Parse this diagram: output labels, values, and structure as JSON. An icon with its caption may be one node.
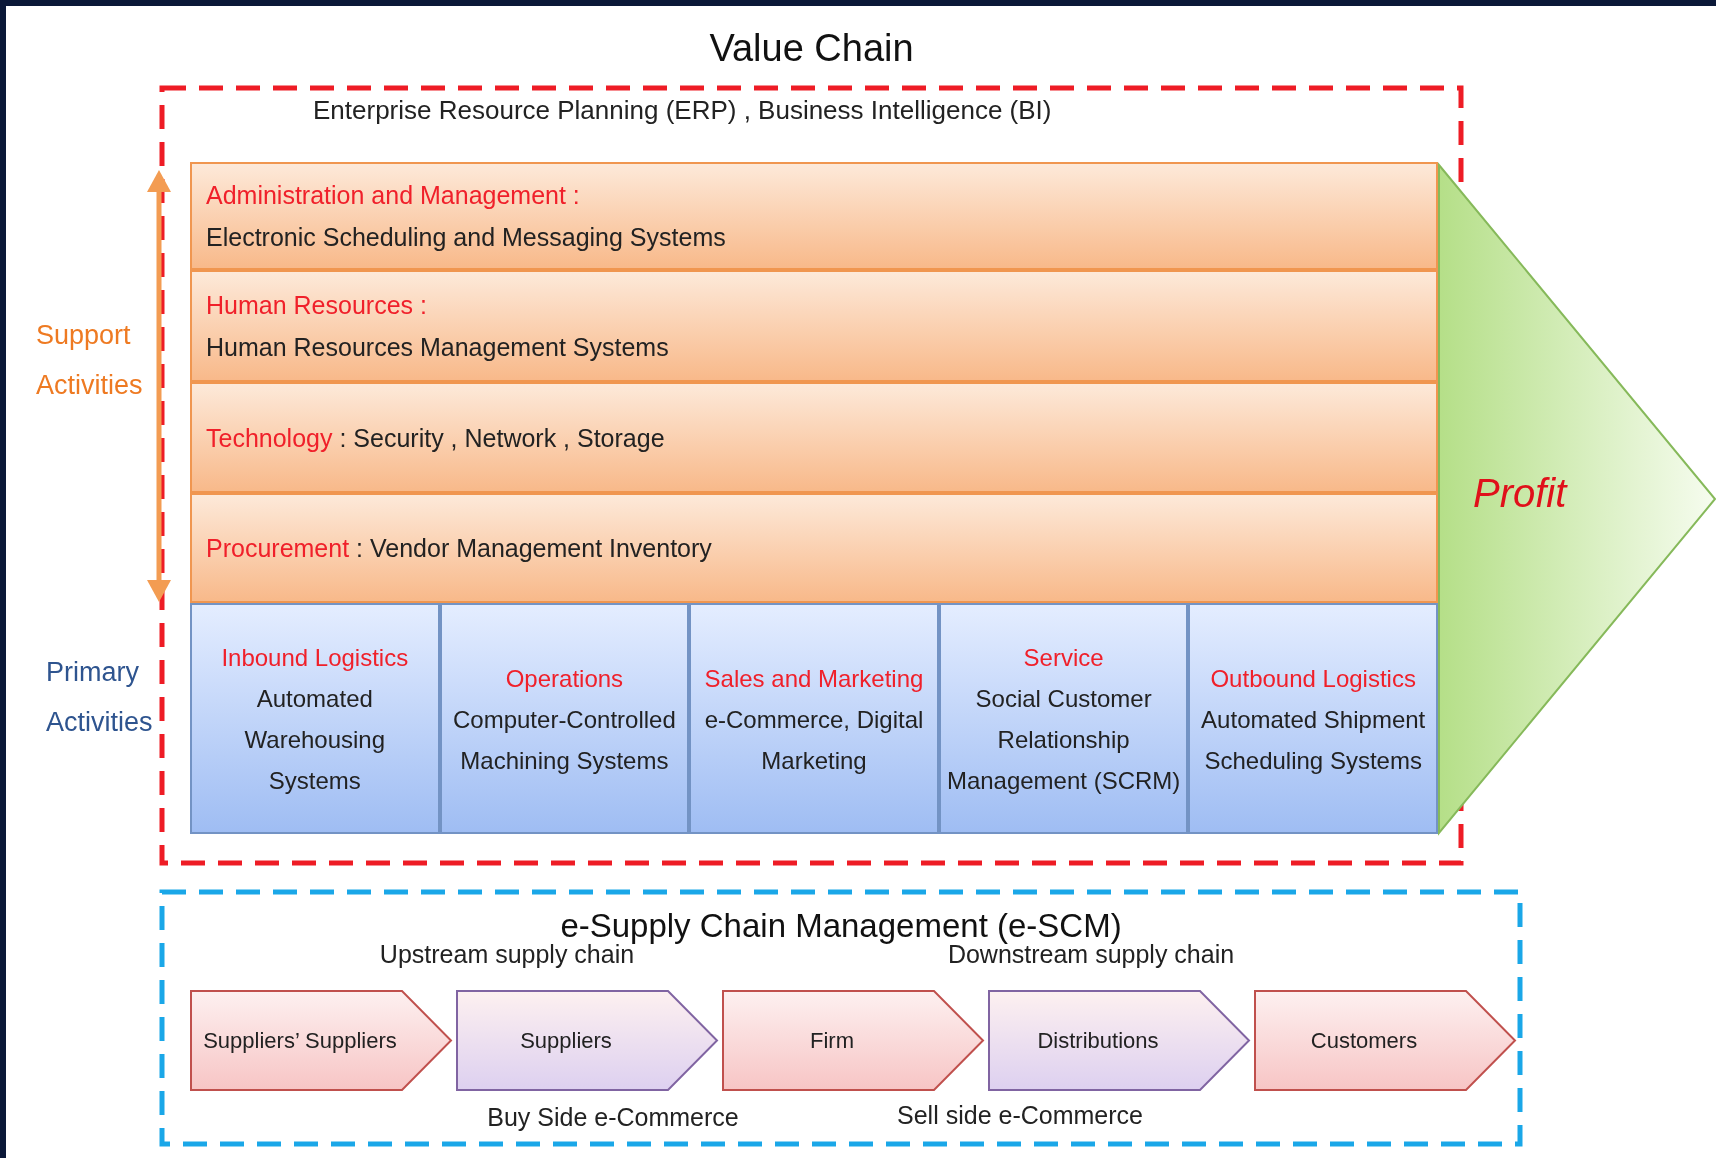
{
  "diagram": {
    "title": "Value Chain",
    "nodes": [
      {
        "text": [
          "Enterprise Resource Planning (ERP) , Business Intelligence (BI)"
        ]
      },
      {
        "text": [
          "Administration and Management :",
          "Electronic Scheduling and Messaging Systems"
        ],
        "in": 0
      },
      {
        "text": [
          "Human Resources :",
          "Human Resources Management Systems"
        ],
        "in": 0
      },
      {
        "text": [
          "Technology",
          ": Security , Network , Storage"
        ],
        "in": 0
      },
      {
        "text": [
          "Procurement",
          ": Vendor Management Inventory"
        ],
        "in": 0
      },
      {
        "text": [
          "Inbound Logistics",
          "Automated Warehousing Systems"
        ],
        "in": 0
      },
      {
        "text": [
          "Operations",
          "Computer-Controlled Machining Systems"
        ],
        "in": 0
      },
      {
        "text": [
          "Sales and Marketing",
          "e-Commerce, Digital Marketing"
        ],
        "in": 0
      },
      {
        "text": [
          "Service",
          "Social Customer Relationship Management (SCRM)"
        ],
        "in": 0
      },
      {
        "text": [
          "Outbound Logistics",
          "Automated Shipment Scheduling Systems"
        ],
        "in": 0
      },
      {
        "text": [
          "Profit"
        ]
      },
      {
        "text": [
          "e-Supply Chain Management (e-SCM)"
        ]
      },
      {
        "text": [
          "Suppliers’ Suppliers"
        ],
        "in": 11
      },
      {
        "text": [
          "Suppliers"
        ],
        "in": 11
      },
      {
        "text": [
          "Firm"
        ],
        "in": 11
      },
      {
        "text": [
          "Distributions"
        ],
        "in": 11
      },
      {
        "text": [
          "Customers"
        ],
        "in": 11
      }
    ],
    "labels": [
      "Support Activities",
      "Primary Activities",
      "Upstream supply chain",
      "Downstream supply chain",
      "Buy Side e-Commerce",
      "Sell side e-Commerce"
    ]
  }
}
